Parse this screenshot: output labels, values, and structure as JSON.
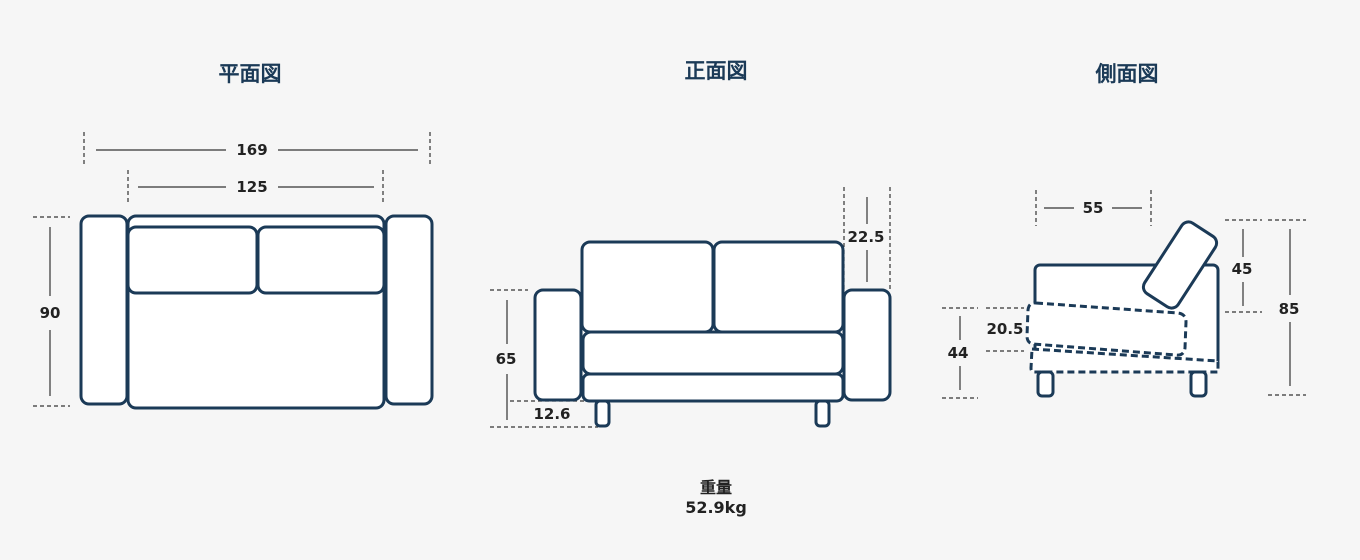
{
  "views": {
    "plan": {
      "title": "平面図"
    },
    "front": {
      "title": "正面図"
    },
    "side": {
      "title": "側面図"
    }
  },
  "dimensions": {
    "plan": {
      "total_width": "169",
      "seat_width": "125",
      "depth": "90"
    },
    "front": {
      "back_height_extra": "22.5",
      "arm_height": "65",
      "leg_height": "12.6"
    },
    "side": {
      "seat_depth": "55",
      "back_cushion": "45",
      "seat_cushion": "20.5",
      "seat_height": "44",
      "total_height": "85"
    }
  },
  "weight": {
    "label": "重量",
    "value": "52.9kg"
  },
  "colors": {
    "outline": "#1b3a57",
    "fill": "#ffffff",
    "background": "#f6f6f6"
  }
}
